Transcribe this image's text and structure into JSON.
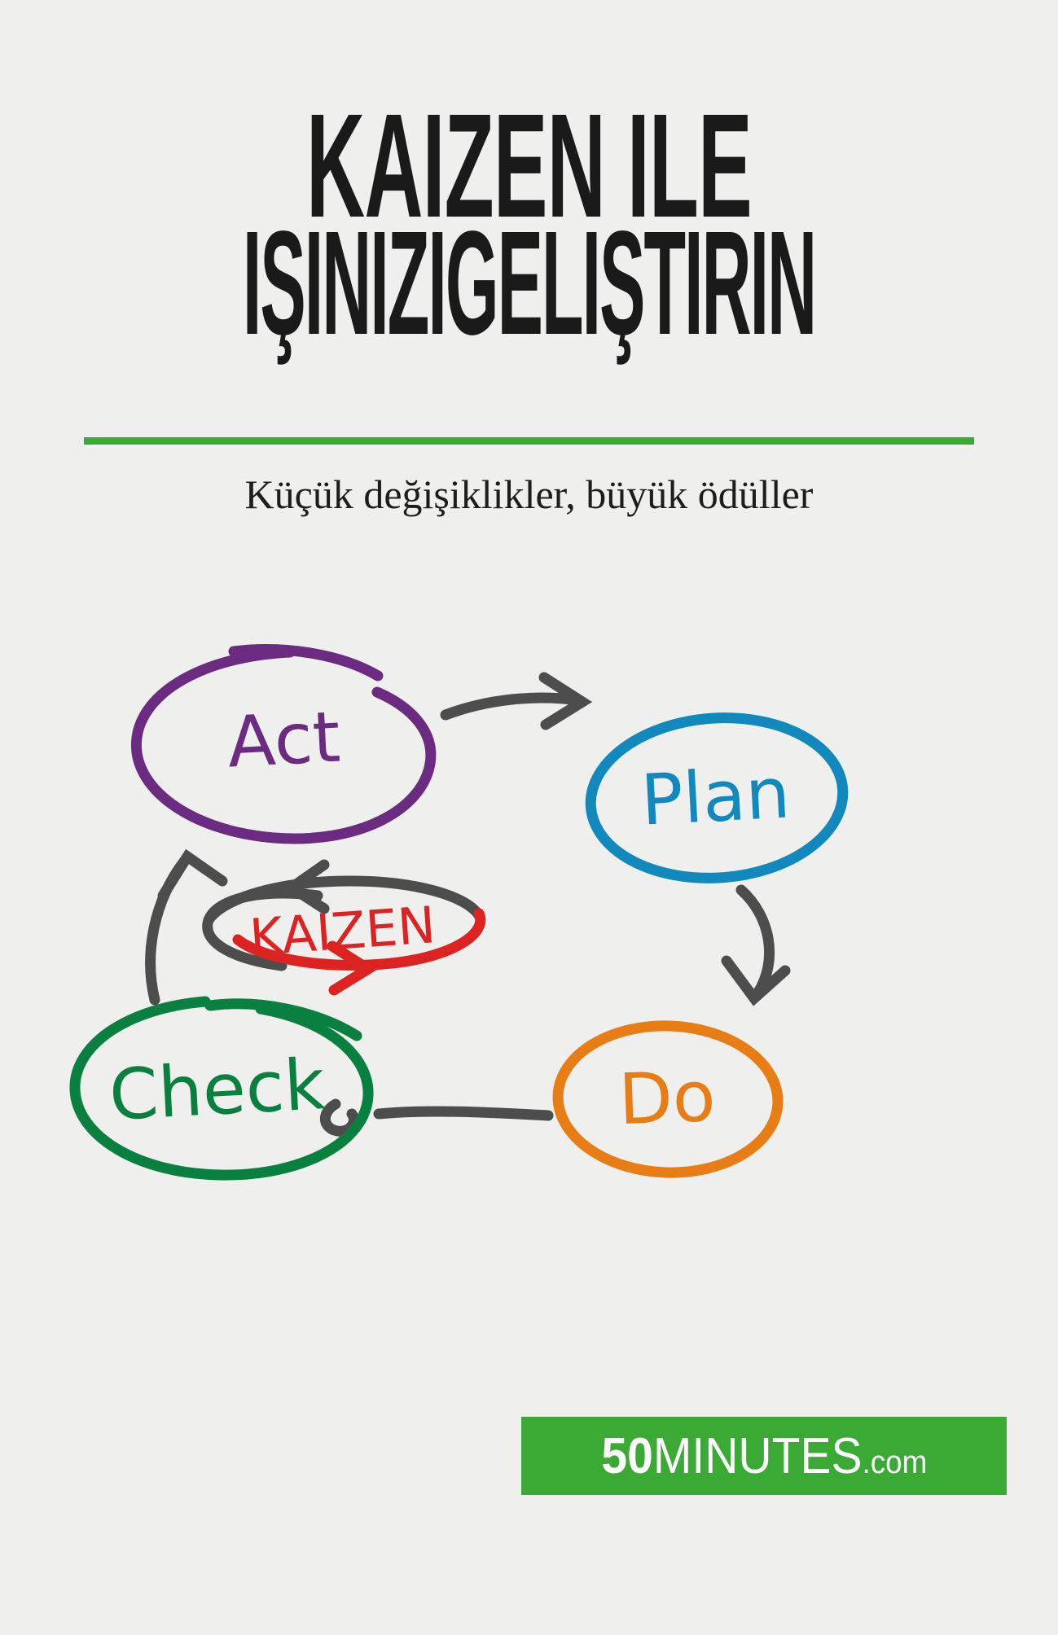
{
  "cover": {
    "background_color": "#efefed",
    "title_color": "#1a1a1a",
    "accent_green": "#3aaa35"
  },
  "title": {
    "line1": "KAIZEN ILE",
    "line2": "IŞINIZIGELIŞTIRIN"
  },
  "rule": {
    "color": "#3aaa35"
  },
  "subtitle": {
    "text": "Küçük değişiklikler, büyük ödüller"
  },
  "diagram": {
    "type": "pdca-cycle",
    "nodes": [
      {
        "id": "act",
        "label": "Act",
        "color": "#6b2b80"
      },
      {
        "id": "plan",
        "label": "Plan",
        "color": "#1289bd"
      },
      {
        "id": "do",
        "label": "Do",
        "color": "#e87d15"
      },
      {
        "id": "check",
        "label": "Check",
        "color": "#0a8040"
      },
      {
        "id": "kaizen",
        "label": "KAIZEN",
        "color": "#dd2222"
      }
    ],
    "arrow_color": "#4d4d4d",
    "arrows": [
      {
        "from": "act",
        "to": "plan"
      },
      {
        "from": "plan",
        "to": "do"
      },
      {
        "from": "do",
        "to": "check"
      },
      {
        "from": "check",
        "to": "act"
      }
    ]
  },
  "footer": {
    "logo_number": "50",
    "logo_word": "MINUTES",
    "logo_tld": ".com",
    "background_color": "#3aaa35",
    "text_color": "#ffffff"
  }
}
